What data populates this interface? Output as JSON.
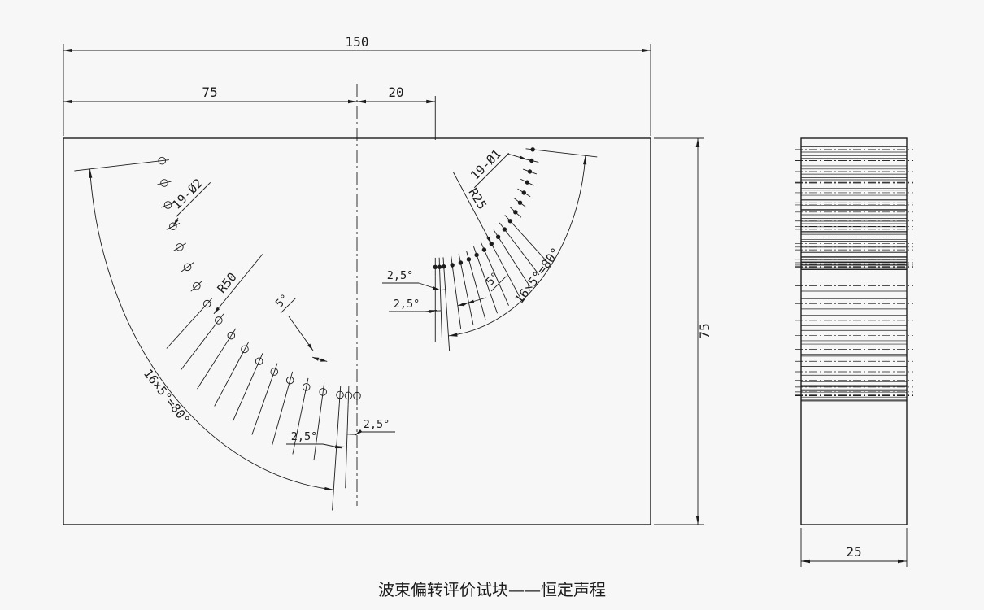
{
  "title": {
    "text": "波束偏转评价试块——恒定声程"
  },
  "colors": {
    "line": "#1c1c1c",
    "title": "#2a55c2",
    "background": "#f7f7f8"
  },
  "front": {
    "dim_total_width": "150",
    "dim_left_span": "75",
    "dim_center_span": "20",
    "dim_height": "75",
    "left_arc": {
      "holes_label": "19-Ø2",
      "radius_label": "R50",
      "angle_step_label": "5°",
      "half_step_label_a": "2,5°",
      "half_step_label_b": "2,5°",
      "span_label": "16×5°=80°",
      "radius_units": 50,
      "hole_dia_units": 2,
      "hole_count": 19,
      "hole_angles_deg": [
        0,
        2.5,
        5,
        10,
        15,
        20,
        25,
        30,
        35,
        40,
        45,
        50,
        55,
        60,
        65,
        70,
        75,
        80,
        85
      ]
    },
    "right_arc": {
      "holes_label": "19-Ø1",
      "radius_label": "R25",
      "angle_step_label": "5°",
      "half_step_label_a": "2,5°",
      "half_step_label_b": "2,5°",
      "span_label": "16×5°=80°",
      "radius_units": 25,
      "hole_dia_units": 1,
      "hole_count": 19,
      "hole_angles_deg": [
        0,
        2.5,
        5,
        10,
        15,
        20,
        25,
        30,
        35,
        40,
        45,
        50,
        55,
        60,
        65,
        70,
        75,
        80,
        85
      ]
    }
  },
  "side": {
    "dim_thickness": "25"
  }
}
